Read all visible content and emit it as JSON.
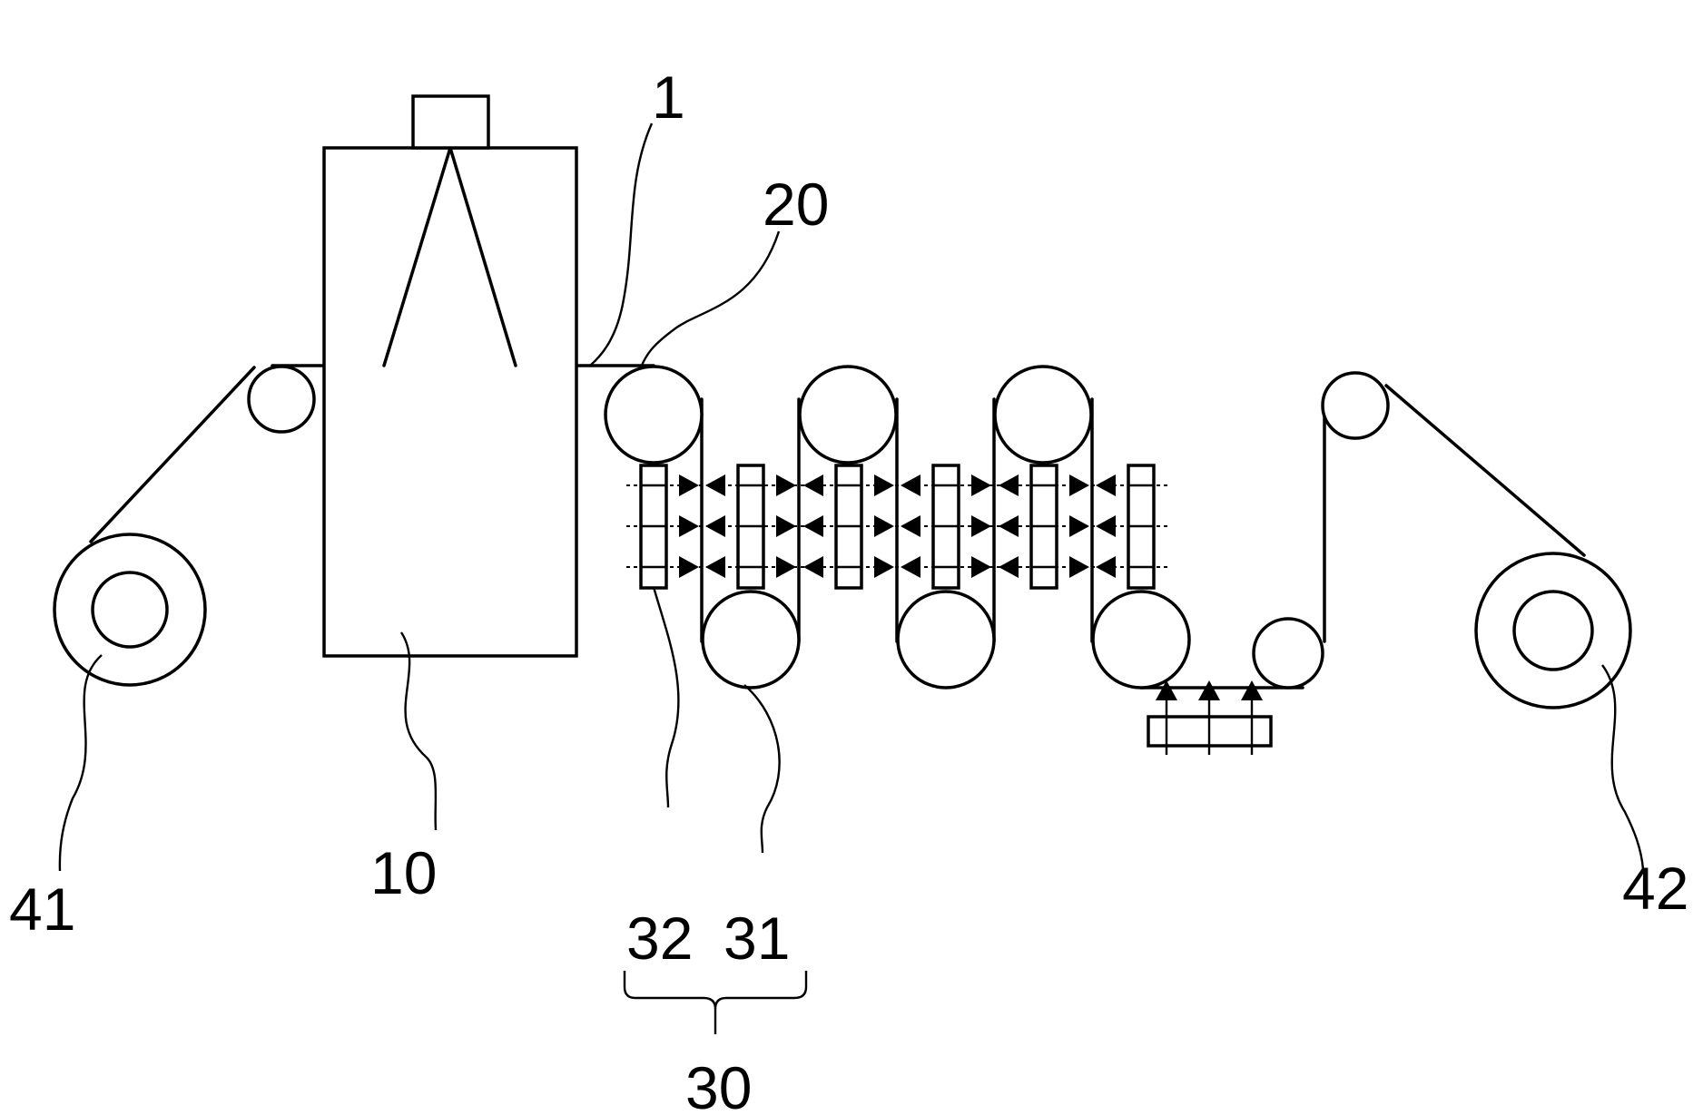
{
  "labels": {
    "film": "1",
    "coater": "10",
    "first_roll": "20",
    "dryer": "30",
    "heater": "31",
    "blower": "32",
    "unwind_roll": "41",
    "rewind_roll": "42"
  }
}
